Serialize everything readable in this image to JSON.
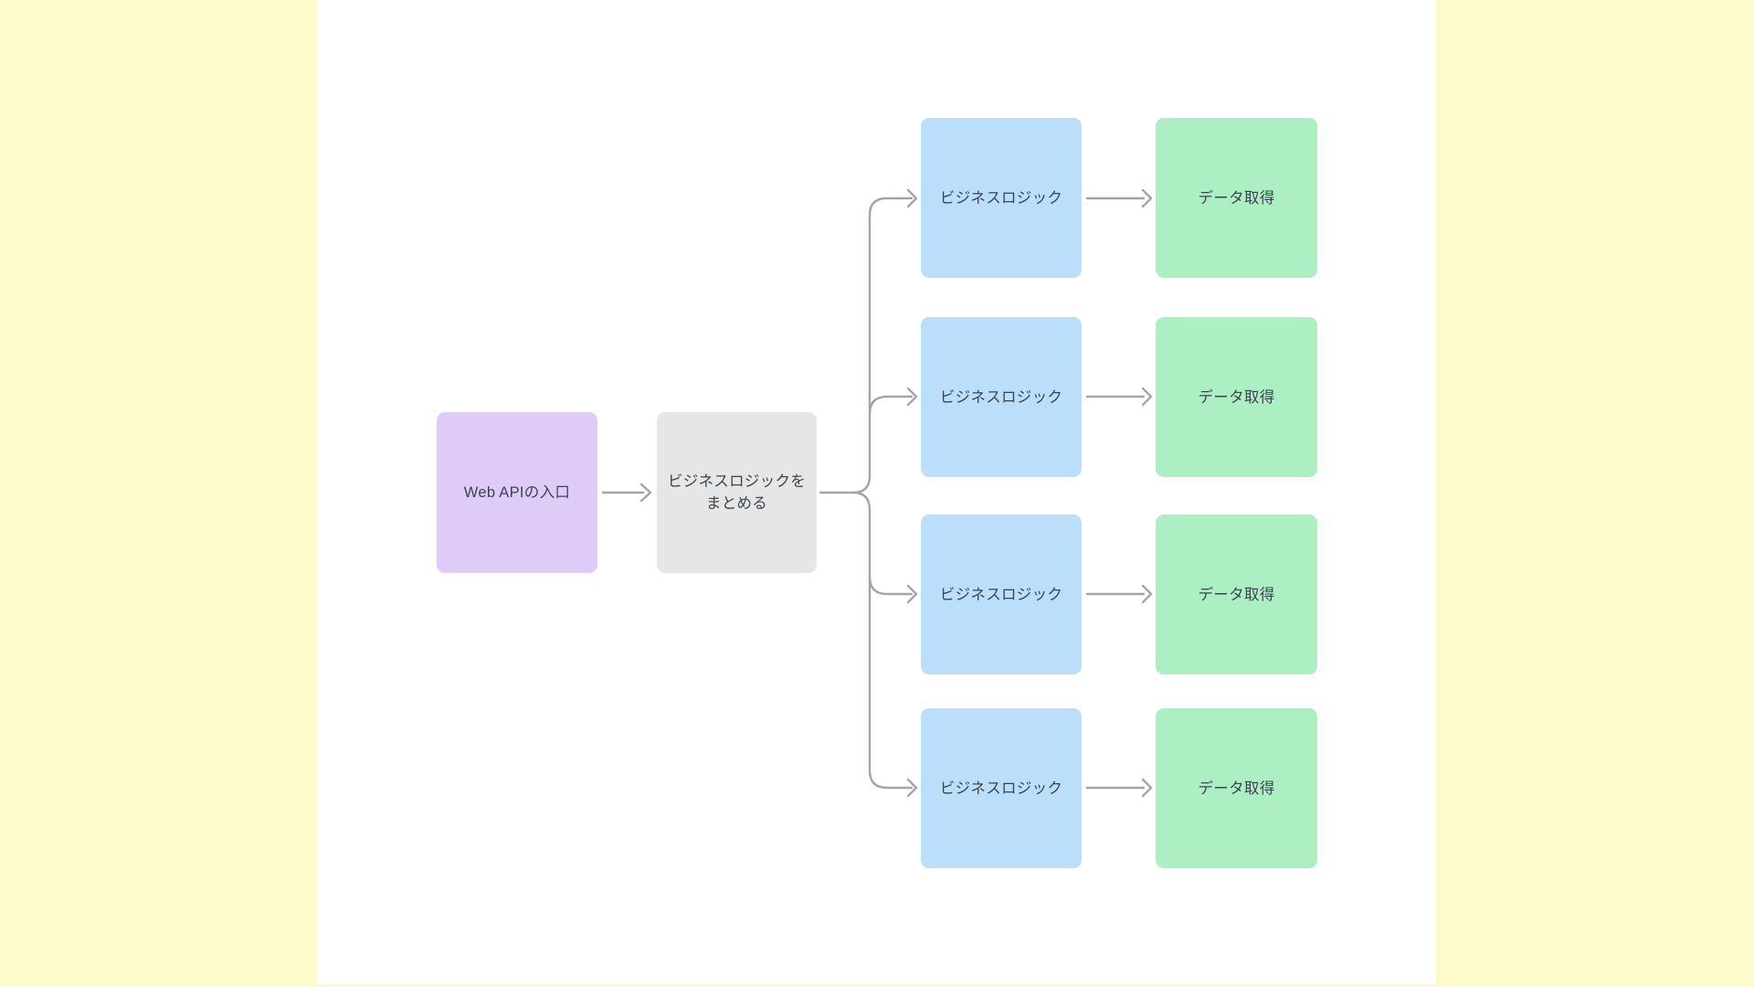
{
  "diagram": {
    "title": "Web API business-logic flow diagram",
    "colors": {
      "page_background": "#FDFACC",
      "canvas_background": "#FFFFFF",
      "entry_node": "#DFCBF8",
      "aggregator_node": "#E6E6E6",
      "logic_node": "#BBDFFA",
      "data_node": "#ACEFC3",
      "connector": "#A5A5A5",
      "text": "#3A4550"
    },
    "entry_node": {
      "label": "Web APIの入口"
    },
    "aggregator_node": {
      "label": "ビジネスロジックを\nまとめる"
    },
    "branches": [
      {
        "logic_label": "ビジネスロジック",
        "data_label": "データ取得"
      },
      {
        "logic_label": "ビジネスロジック",
        "data_label": "データ取得"
      },
      {
        "logic_label": "ビジネスロジック",
        "data_label": "データ取得"
      },
      {
        "logic_label": "ビジネスロジック",
        "data_label": "データ取得"
      }
    ]
  }
}
